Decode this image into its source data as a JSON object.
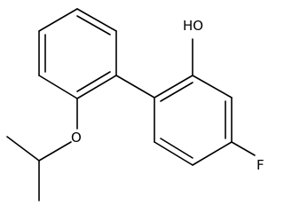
{
  "molecule": {
    "labels": {
      "hydroxyl": "HO",
      "ether_oxygen": "O",
      "fluorine": "F"
    }
  },
  "colors": {
    "background": "#ffffff",
    "ink": "#000000"
  }
}
